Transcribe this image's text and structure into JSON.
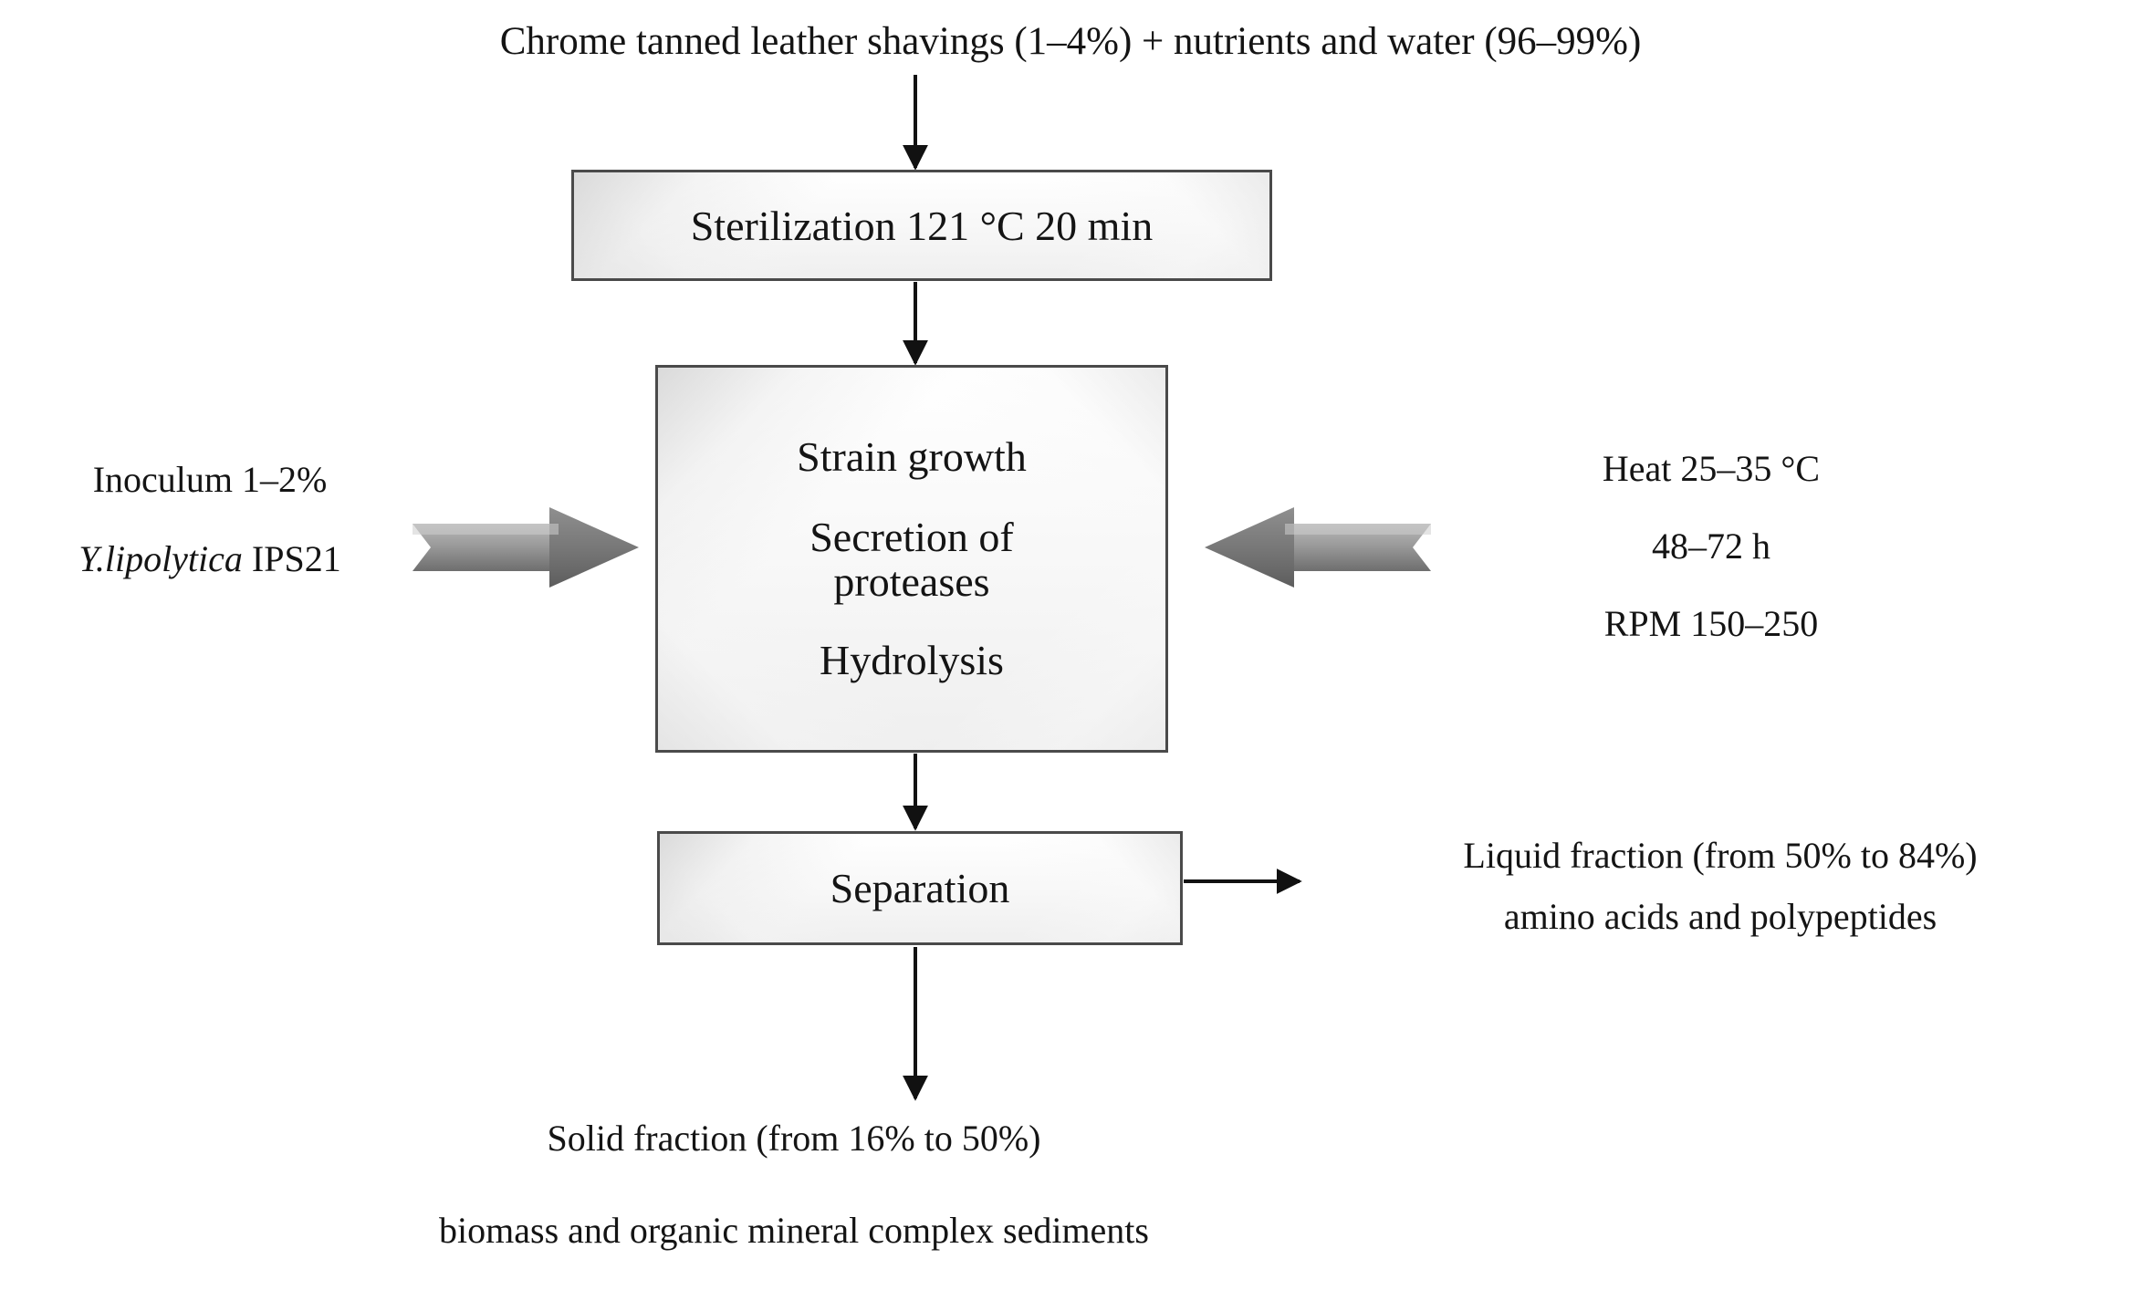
{
  "figure": {
    "type": "process-flowchart",
    "background_color": "#ffffff",
    "text_color": "#141414",
    "box_border_color": "#4a4a4a",
    "block_arrow_color": "#7b7b7b"
  },
  "input": {
    "text": "Chrome tanned leather shavings (1–4%) + nutrients and water (96–99%)"
  },
  "boxes": {
    "sterilization": {
      "label": "Sterilization 121 °C 20 min"
    },
    "bioprocess": {
      "line1": "Strain growth",
      "line2": "Secretion of",
      "line3": "proteases",
      "line4": "Hydrolysis"
    },
    "separation": {
      "label": "Separation"
    }
  },
  "left_input": {
    "line1": "Inoculum 1–2%",
    "species": "Y.lipolytica",
    "strain": " IPS21"
  },
  "right_conditions": {
    "line1": "Heat 25–35 °C",
    "line2": "48–72 h",
    "line3": "RPM 150–250"
  },
  "outputs": {
    "liquid": {
      "line1": "Liquid fraction (from 50% to 84%)",
      "line2": "amino acids and polypeptides"
    },
    "solid": {
      "line1": "Solid fraction (from 16% to 50%)",
      "line2": "biomass and organic mineral complex sediments"
    }
  },
  "icons": {
    "down_arrow": "down-arrow-icon",
    "right_arrow": "right-arrow-icon",
    "block_arrow_right": "block-arrow-right-icon",
    "block_arrow_left": "block-arrow-left-icon"
  }
}
